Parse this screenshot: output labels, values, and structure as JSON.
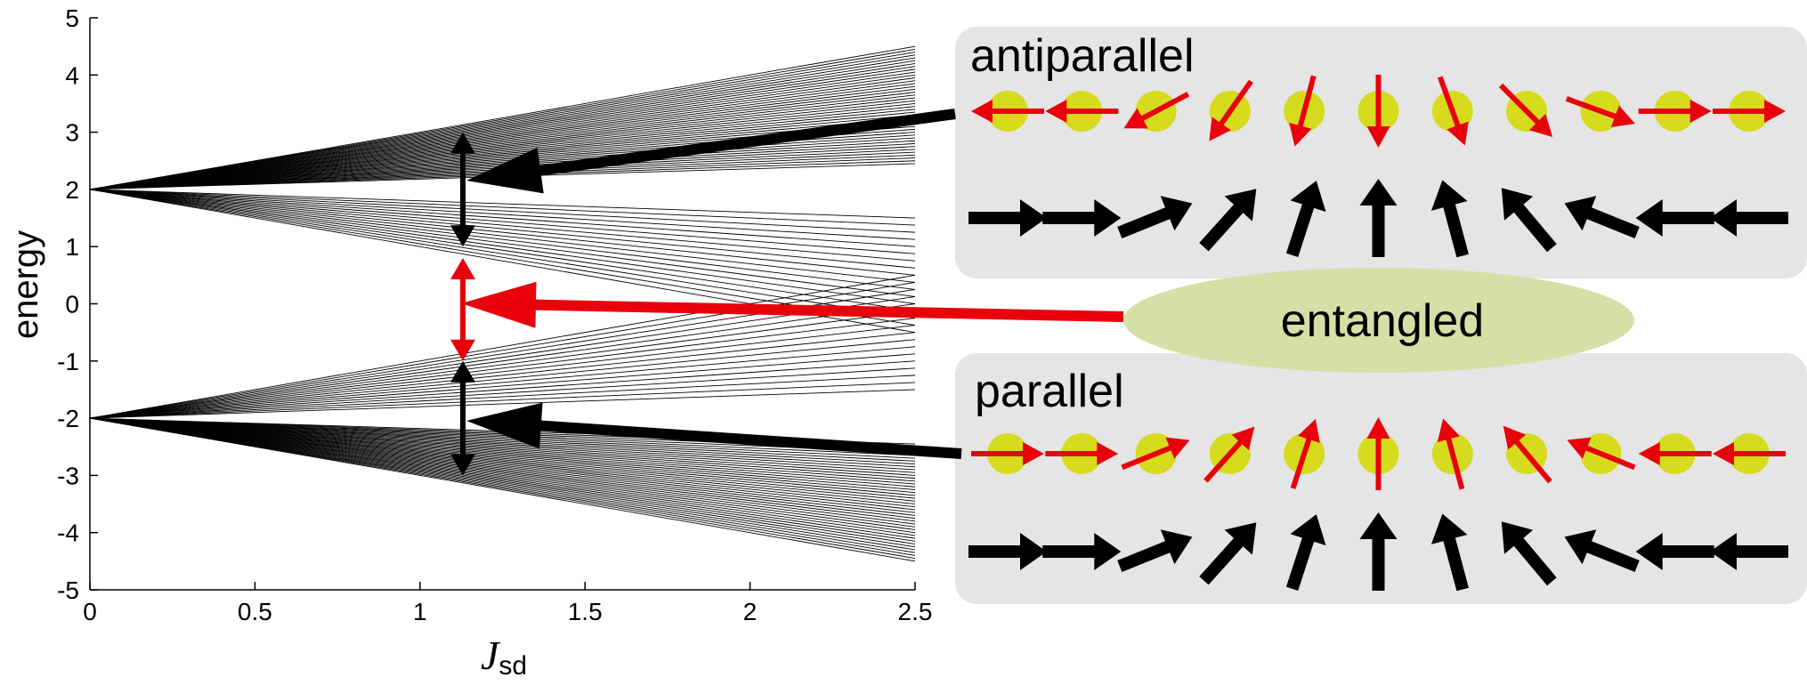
{
  "chart_data": {
    "type": "line",
    "xlabel_main": "J",
    "xlabel_sub": "sd",
    "ylabel": "energy",
    "xlim": [
      0,
      2.5
    ],
    "ylim": [
      -5,
      5
    ],
    "x_ticks": [
      "0",
      "0.5",
      "1",
      "1.5",
      "2",
      "2.5"
    ],
    "y_ticks": [
      "5",
      "4",
      "3",
      "2",
      "1",
      "0",
      "-1",
      "-2",
      "-3",
      "-4",
      "-5"
    ],
    "grid": false,
    "line_color": "#000000",
    "families": [
      {
        "start_energy": 2,
        "slopes": [
          0.18,
          0.2,
          0.22,
          0.24,
          0.26,
          0.28,
          0.3,
          0.32,
          0.34,
          0.36,
          0.38,
          0.4,
          0.42,
          0.44,
          0.46,
          0.48,
          0.5,
          0.52,
          0.54,
          0.56,
          0.58,
          0.6,
          0.62,
          0.64,
          0.66,
          0.68,
          0.7,
          0.72,
          0.74,
          0.76,
          0.78,
          0.8,
          0.82,
          0.84,
          0.86,
          0.88,
          0.9,
          0.92,
          0.94,
          0.96,
          0.98,
          1.0
        ]
      },
      {
        "start_energy": 2,
        "slopes": [
          -0.2,
          -0.25,
          -0.3,
          -0.35,
          -0.4,
          -0.45,
          -0.5,
          -0.55,
          -0.6,
          -0.65,
          -0.7,
          -0.75,
          -0.8,
          -0.85,
          -0.9,
          -0.95,
          -1.0
        ]
      },
      {
        "start_energy": -2,
        "slopes": [
          1.0,
          0.95,
          0.9,
          0.85,
          0.8,
          0.75,
          0.7,
          0.65,
          0.6,
          0.55,
          0.5,
          0.45,
          0.4,
          0.35,
          0.3,
          0.25,
          0.2
        ]
      },
      {
        "start_energy": -2,
        "slopes": [
          -0.18,
          -0.2,
          -0.22,
          -0.24,
          -0.26,
          -0.28,
          -0.3,
          -0.32,
          -0.34,
          -0.36,
          -0.38,
          -0.4,
          -0.42,
          -0.44,
          -0.46,
          -0.48,
          -0.5,
          -0.52,
          -0.54,
          -0.56,
          -0.58,
          -0.6,
          -0.62,
          -0.64,
          -0.66,
          -0.68,
          -0.7,
          -0.72,
          -0.74,
          -0.76,
          -0.78,
          -0.8,
          -0.82,
          -0.84,
          -0.86,
          -0.88,
          -0.9,
          -0.92,
          -0.94,
          -0.96,
          -0.98,
          -1.0
        ]
      }
    ],
    "markers": {
      "x": 1.13,
      "upper_range": [
        1.0,
        3.0
      ],
      "middle_range": [
        -1.0,
        0.8
      ],
      "lower_range": [
        -3.0,
        -1.0
      ],
      "upper_color": "#000000",
      "middle_color": "#e8000b",
      "lower_color": "#000000"
    }
  },
  "panels": {
    "antiparallel": {
      "title": "antiparallel",
      "red_angles": [
        180,
        180,
        208,
        235,
        255,
        270,
        290,
        315,
        340,
        0,
        0
      ],
      "black_angles": [
        0,
        0,
        22,
        48,
        72,
        90,
        105,
        130,
        158,
        180,
        180
      ]
    },
    "parallel": {
      "title": "parallel",
      "red_angles": [
        0,
        0,
        22,
        48,
        72,
        90,
        105,
        130,
        158,
        180,
        180
      ],
      "black_angles": [
        0,
        0,
        22,
        48,
        72,
        90,
        105,
        130,
        158,
        180,
        180
      ]
    },
    "entangled": {
      "label": "entangled"
    }
  },
  "colors": {
    "panel_bg": "#e4e5e4",
    "site_yellow": "#d6db1e",
    "red_arrow": "#e8000b",
    "black_arrow": "#000000",
    "ellipse_fill": "#d4e0a6"
  }
}
